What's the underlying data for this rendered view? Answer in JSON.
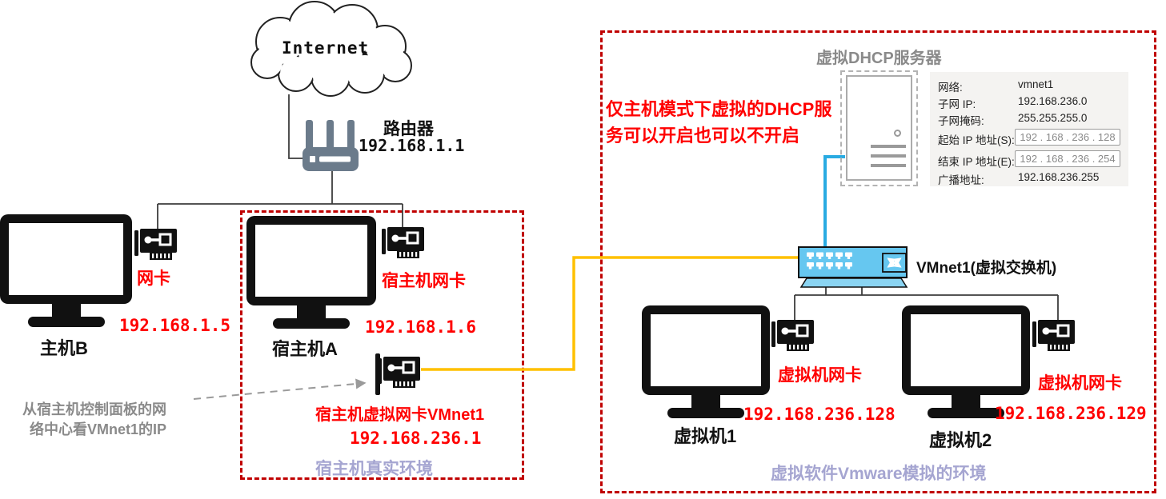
{
  "cloud": {
    "label": "Internet"
  },
  "router": {
    "label": "路由器",
    "ip": "192.168.1.1"
  },
  "host_b": {
    "nic_label": "网卡",
    "ip": "192.168.1.5",
    "name": "主机B"
  },
  "host_env": {
    "caption": "宿主机真实环境",
    "host_a": {
      "nic_label": "宿主机网卡",
      "ip": "192.168.1.6",
      "name": "宿主机A"
    },
    "vnic": {
      "label": "宿主机虚拟网卡VMnet1",
      "ip": "192.168.236.1"
    }
  },
  "note_gray": {
    "line1": "从宿主机控制面板的网",
    "line2": "络中心看VMnet1的IP"
  },
  "vmware_env": {
    "caption": "虚拟软件Vmware模拟的环境",
    "dhcp_title": "虚拟DHCP服务器",
    "note_red": {
      "line1": "仅主机模式下虚拟的DHCP服",
      "line2": "务可以开启也可以不开启"
    },
    "dhcp_panel": {
      "rows": [
        {
          "label": "网络:",
          "value": "vmnet1",
          "input": false
        },
        {
          "label": "子网 IP:",
          "value": "192.168.236.0",
          "input": false
        },
        {
          "label": "子网掩码:",
          "value": "255.255.255.0",
          "input": false
        },
        {
          "label": "起始 IP 地址(S):",
          "value": "192 . 168 . 236 . 128",
          "input": true
        },
        {
          "label": "结束 IP 地址(E):",
          "value": "192 . 168 . 236 . 254",
          "input": true
        },
        {
          "label": "广播地址:",
          "value": "192.168.236.255",
          "input": false
        }
      ]
    },
    "switch": {
      "label": "VMnet1(虚拟交换机)"
    },
    "vm1": {
      "nic_label": "虚拟机网卡",
      "ip": "192.168.236.128",
      "name": "虚拟机1"
    },
    "vm2": {
      "nic_label": "虚拟机网卡",
      "ip": "192.168.236.129",
      "name": "虚拟机2"
    }
  },
  "colors": {
    "dashed_box_red": "#C00000",
    "label_red": "#FF0000",
    "caption_purple": "#A5A5D1",
    "cable_yellow": "#FFC000",
    "cable_blue": "#29ABE2",
    "switch_blue": "#66C7F0"
  }
}
